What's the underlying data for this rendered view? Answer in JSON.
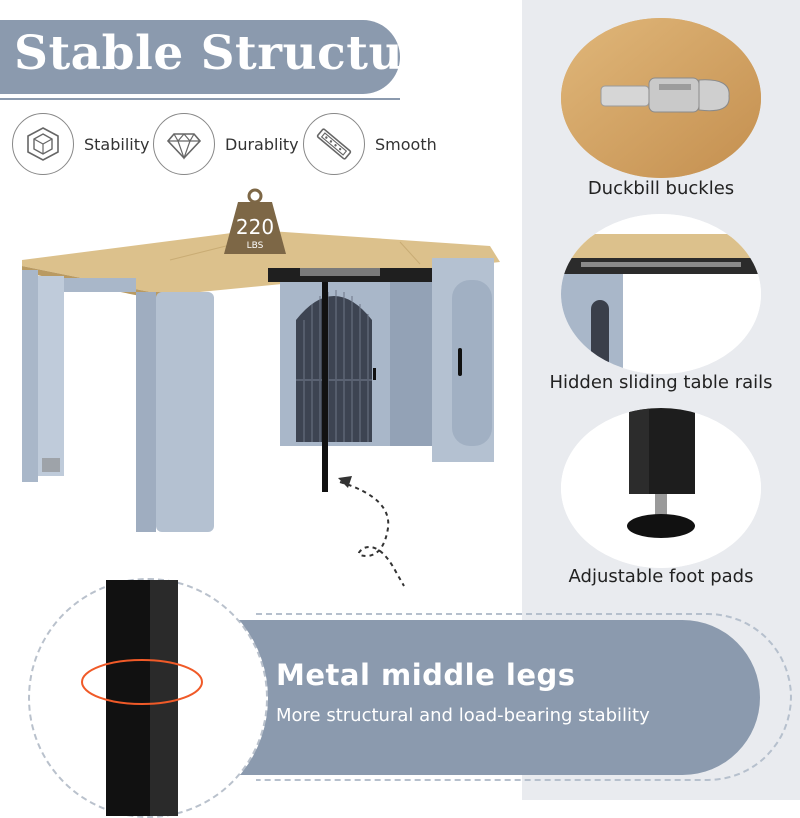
{
  "title": "Stable Structure",
  "features": [
    {
      "icon": "cube-icon",
      "label": "Stability"
    },
    {
      "icon": "diamond-icon",
      "label": "Durablity"
    },
    {
      "icon": "rail-icon",
      "label": "Smooth"
    }
  ],
  "weight": {
    "value": "220",
    "unit": "LBS"
  },
  "details": [
    {
      "caption": "Duckbill buckles"
    },
    {
      "caption": "Hidden sliding table rails"
    },
    {
      "caption": "Adjustable foot pads"
    }
  ],
  "legs": {
    "title": "Metal middle legs",
    "subtitle": "More structural and load-bearing stability"
  },
  "colors": {
    "accent": "#8b9aae",
    "panel": "#e9ebef",
    "table_blue": "#a9b7c9",
    "wood": "#dcc18c"
  }
}
